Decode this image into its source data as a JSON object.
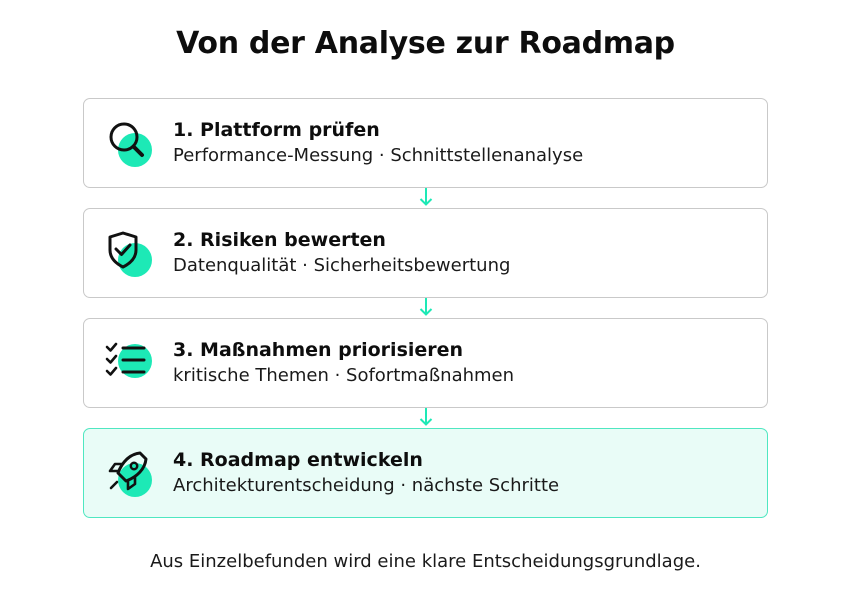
{
  "title": "Von der Analyse zur Roadmap",
  "accent_color": "#1de9b6",
  "steps": [
    {
      "title": "1. Plattform prüfen",
      "description": "Performance-Messung · Schnittstellenanalyse",
      "icon": "magnifier-icon",
      "highlighted": false
    },
    {
      "title": "2. Risiken bewerten",
      "description": "Datenqualität · Sicherheitsbewertung",
      "icon": "shield-check-icon",
      "highlighted": false
    },
    {
      "title": "3. Maßnahmen priorisieren",
      "description": "kritische Themen · Sofortmaßnahmen",
      "icon": "checklist-icon",
      "highlighted": false
    },
    {
      "title": "4. Roadmap entwickeln",
      "description": "Architekturentscheidung · nächste Schritte",
      "icon": "rocket-icon",
      "highlighted": true
    }
  ],
  "footer": "Aus Einzelbefunden wird eine klare Entscheidungsgrundlage."
}
